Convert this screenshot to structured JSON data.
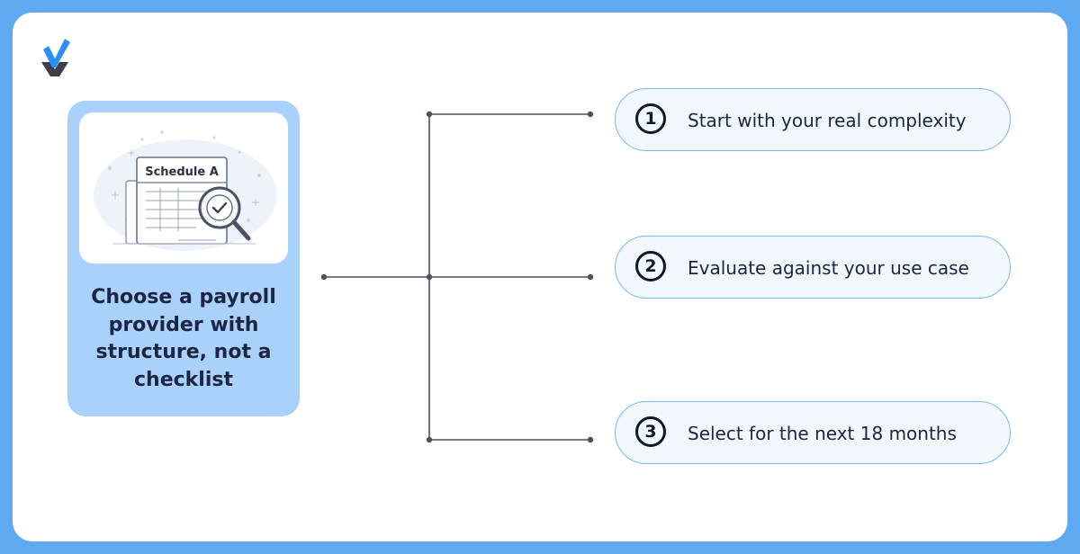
{
  "brand": {
    "logo_icon": "checkmark-x-logo",
    "accent": "#5ea9ef",
    "navy": "#1c2541"
  },
  "topic": {
    "illustration_label": "Schedule A",
    "title": "Choose a payroll provider with structure, not a checklist",
    "background": "#a9d1fb"
  },
  "steps": [
    {
      "number": "1",
      "label": "Start with your real complexity"
    },
    {
      "number": "2",
      "label": "Evaluate against your use case"
    },
    {
      "number": "3",
      "label": "Select for the next 18 months"
    }
  ]
}
